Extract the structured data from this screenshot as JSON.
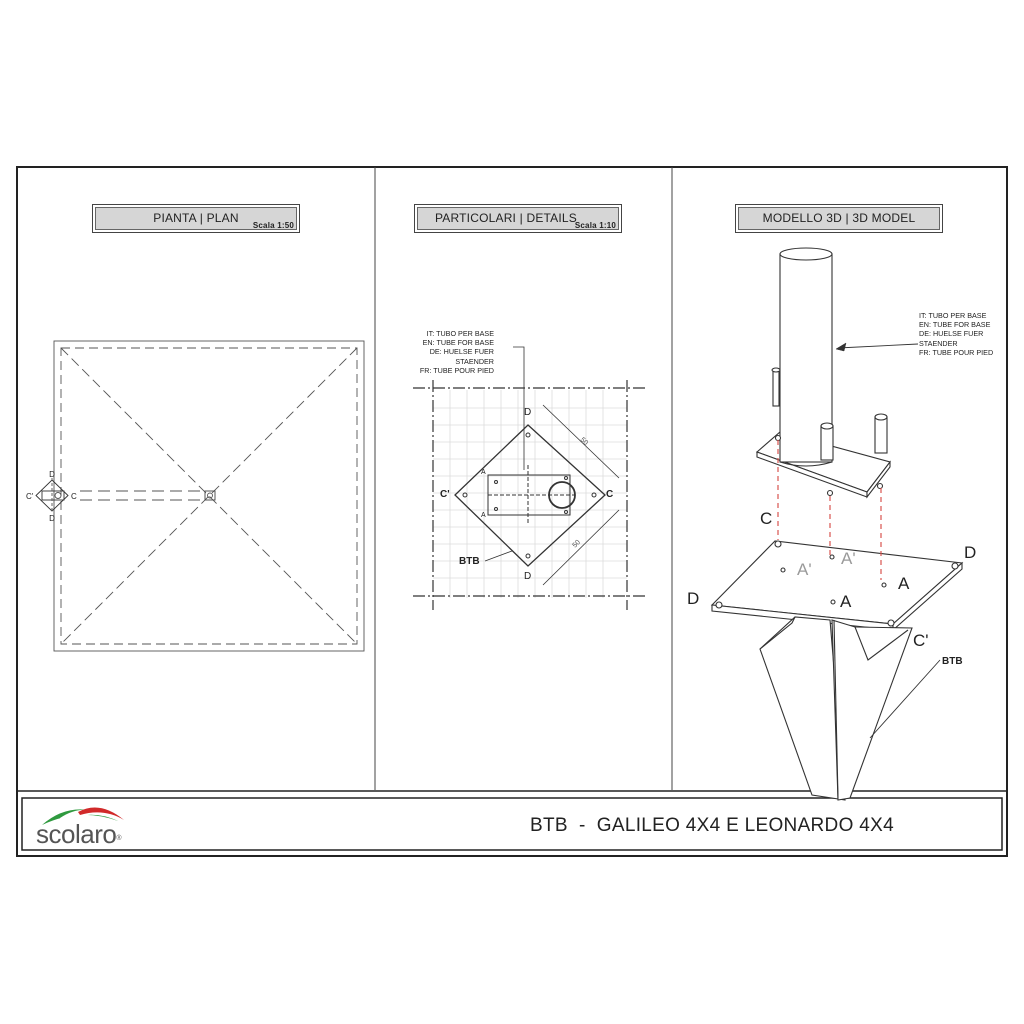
{
  "panels": {
    "plan": {
      "title": "PIANTA | PLAN",
      "scale": "Scala 1:50"
    },
    "details": {
      "title": "PARTICOLARI | DETAILS",
      "scale": "Scala 1:10"
    },
    "model": {
      "title": "MODELLO 3D | 3D MODEL"
    }
  },
  "tube_note": {
    "it": "IT: TUBO PER BASE",
    "en": "EN: TUBE FOR BASE",
    "de": "DE: HUELSE FUER STAENDER",
    "fr": "FR: TUBE POUR PIED"
  },
  "labels": {
    "A": "A",
    "A_prime": "A'",
    "C": "C",
    "C_prime": "C'",
    "D": "D",
    "btb": "BTB",
    "dim_50": "50"
  },
  "footer": {
    "title": "BTB  -  GALILEO 4X4 E LEONARDO 4X4",
    "brand": "scolaro",
    "trademark": "®"
  },
  "colors": {
    "frame": "#222222",
    "title_bar": "#d6d6d6",
    "red_dash": "#d9534f",
    "logo_red": "#d12a2a",
    "logo_green": "#2f9a3f",
    "grid": "#d8d8d8"
  }
}
